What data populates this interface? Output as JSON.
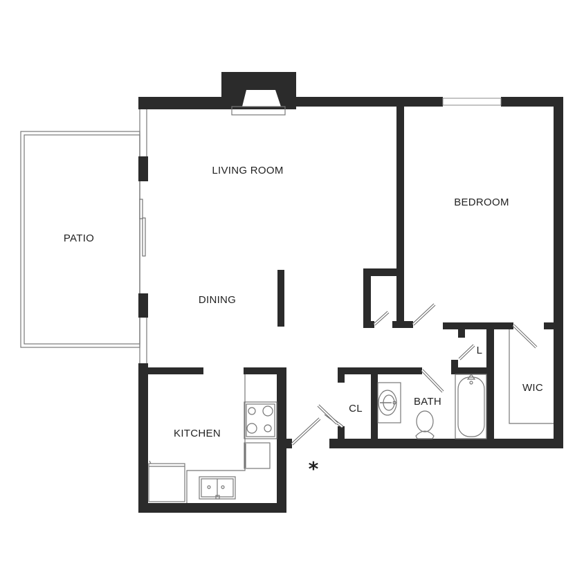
{
  "plan": {
    "type": "apartment floor plan",
    "wall_color": "#2b2b2b",
    "background": "#ffffff",
    "rooms": [
      {
        "key": "living",
        "label": "LIVING ROOM"
      },
      {
        "key": "bedroom",
        "label": "BEDROOM"
      },
      {
        "key": "patio",
        "label": "PATIO"
      },
      {
        "key": "dining",
        "label": "DINING"
      },
      {
        "key": "kitchen",
        "label": "KITCHEN"
      },
      {
        "key": "closet",
        "label": "CL"
      },
      {
        "key": "bath",
        "label": "BATH"
      },
      {
        "key": "linen",
        "label": "L"
      },
      {
        "key": "wic",
        "label": "WIC"
      }
    ],
    "entry_marker": "*",
    "fixtures": [
      "fireplace",
      "sliding-door",
      "stove",
      "dishwasher",
      "refrigerator",
      "double-sink",
      "bathroom-sink",
      "toilet",
      "bathtub",
      "window"
    ]
  }
}
